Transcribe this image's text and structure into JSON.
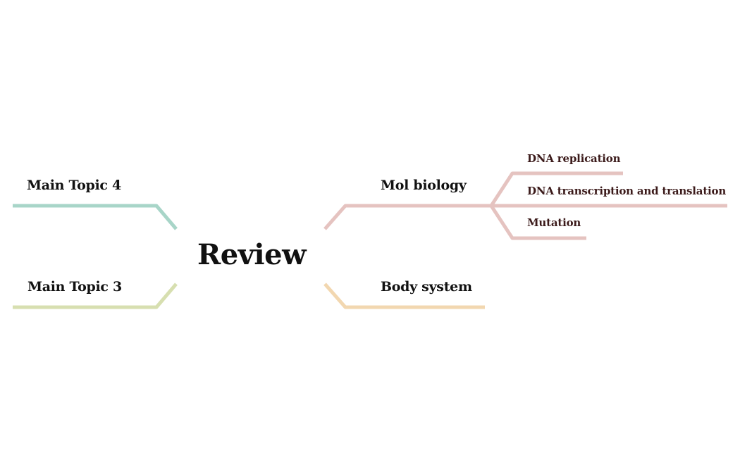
{
  "central_topic": {
    "label": "Review"
  },
  "branches": [
    {
      "id": "mol-biology",
      "label": "Mol biology",
      "color": "#e5c3c0"
    },
    {
      "id": "body-system",
      "label": "Body system",
      "color": "#f2d7b0"
    },
    {
      "id": "main-topic-3",
      "label": "Main Topic 3",
      "color": "#d7dfb0"
    },
    {
      "id": "main-topic-4",
      "label": "Main Topic 4",
      "color": "#a8d5c8"
    }
  ],
  "subtopics": [
    {
      "label": "DNA replication"
    },
    {
      "label": "DNA transcription and translation"
    },
    {
      "label": "Mutation"
    }
  ]
}
